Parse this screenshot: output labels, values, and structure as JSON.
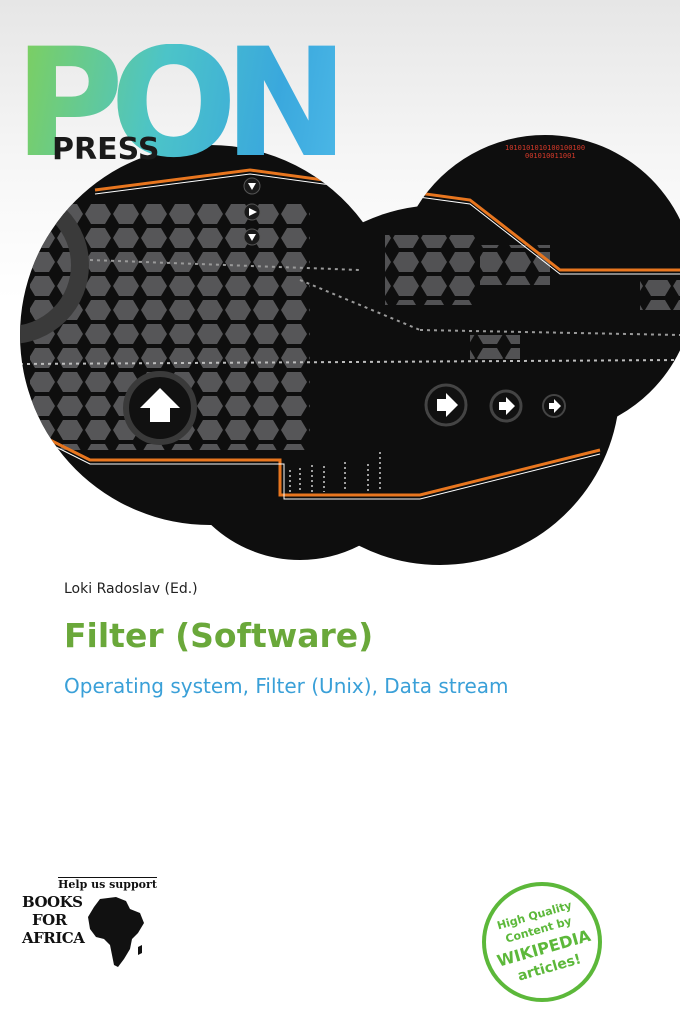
{
  "publisher": {
    "logo_letters": "PON",
    "logo_subtext": "PRESS",
    "brand_green": "#7fd05a",
    "brand_blue": "#3aa8dd"
  },
  "cover_art": {
    "binary_line_1": "1010101010100100100",
    "binary_line_2": "001010011001",
    "icons": [
      "arrow-down-icon",
      "arrow-right-icon",
      "arrow-down-icon",
      "arrow-up-icon",
      "arrow-right-icon",
      "arrow-right-icon",
      "arrow-right-icon"
    ]
  },
  "book": {
    "author": "Loki Radoslav (Ed.)",
    "title": "Filter (Software)",
    "subtitle": "Operating system, Filter (Unix), Data stream",
    "title_color": "#6aa83a",
    "subtitle_color": "#3aa0d8"
  },
  "books_for_africa": {
    "help_text": "Help us support",
    "line1": "BOOKS",
    "line2": "FOR",
    "line3": "AFRICA"
  },
  "wikipedia_badge": {
    "line1": "High Quality",
    "line2": "Content by",
    "line3": "WIKIPEDIA",
    "line4": "articles!",
    "color": "#5cb83a"
  }
}
